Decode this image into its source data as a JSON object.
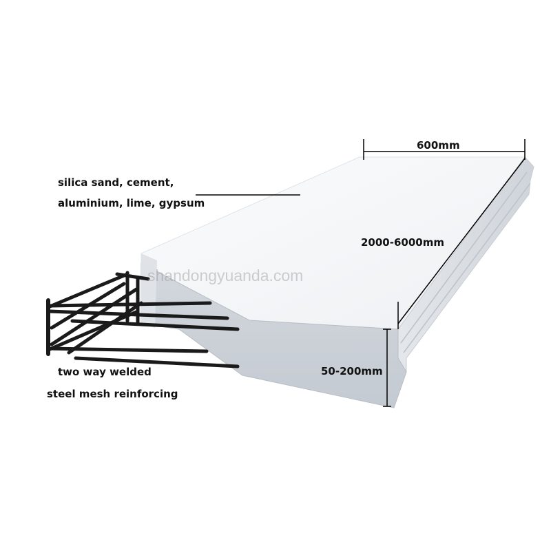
{
  "labels": {
    "materials_line1": "silica sand, cement,",
    "materials_line2": "aluminium, lime, gypsum",
    "width": "600mm",
    "length": "2000-6000mm",
    "thickness": "50-200mm",
    "mesh_line1": "two way welded",
    "mesh_line2": "steel mesh reinforcing"
  },
  "watermark": "shandongyuanda.com",
  "colors": {
    "panel_top": "#f6f7f9",
    "panel_side": "#d9dee3",
    "panel_front": "#c9cfd6",
    "mesh": "#1a1a1a",
    "dimension_line": "#000000"
  }
}
